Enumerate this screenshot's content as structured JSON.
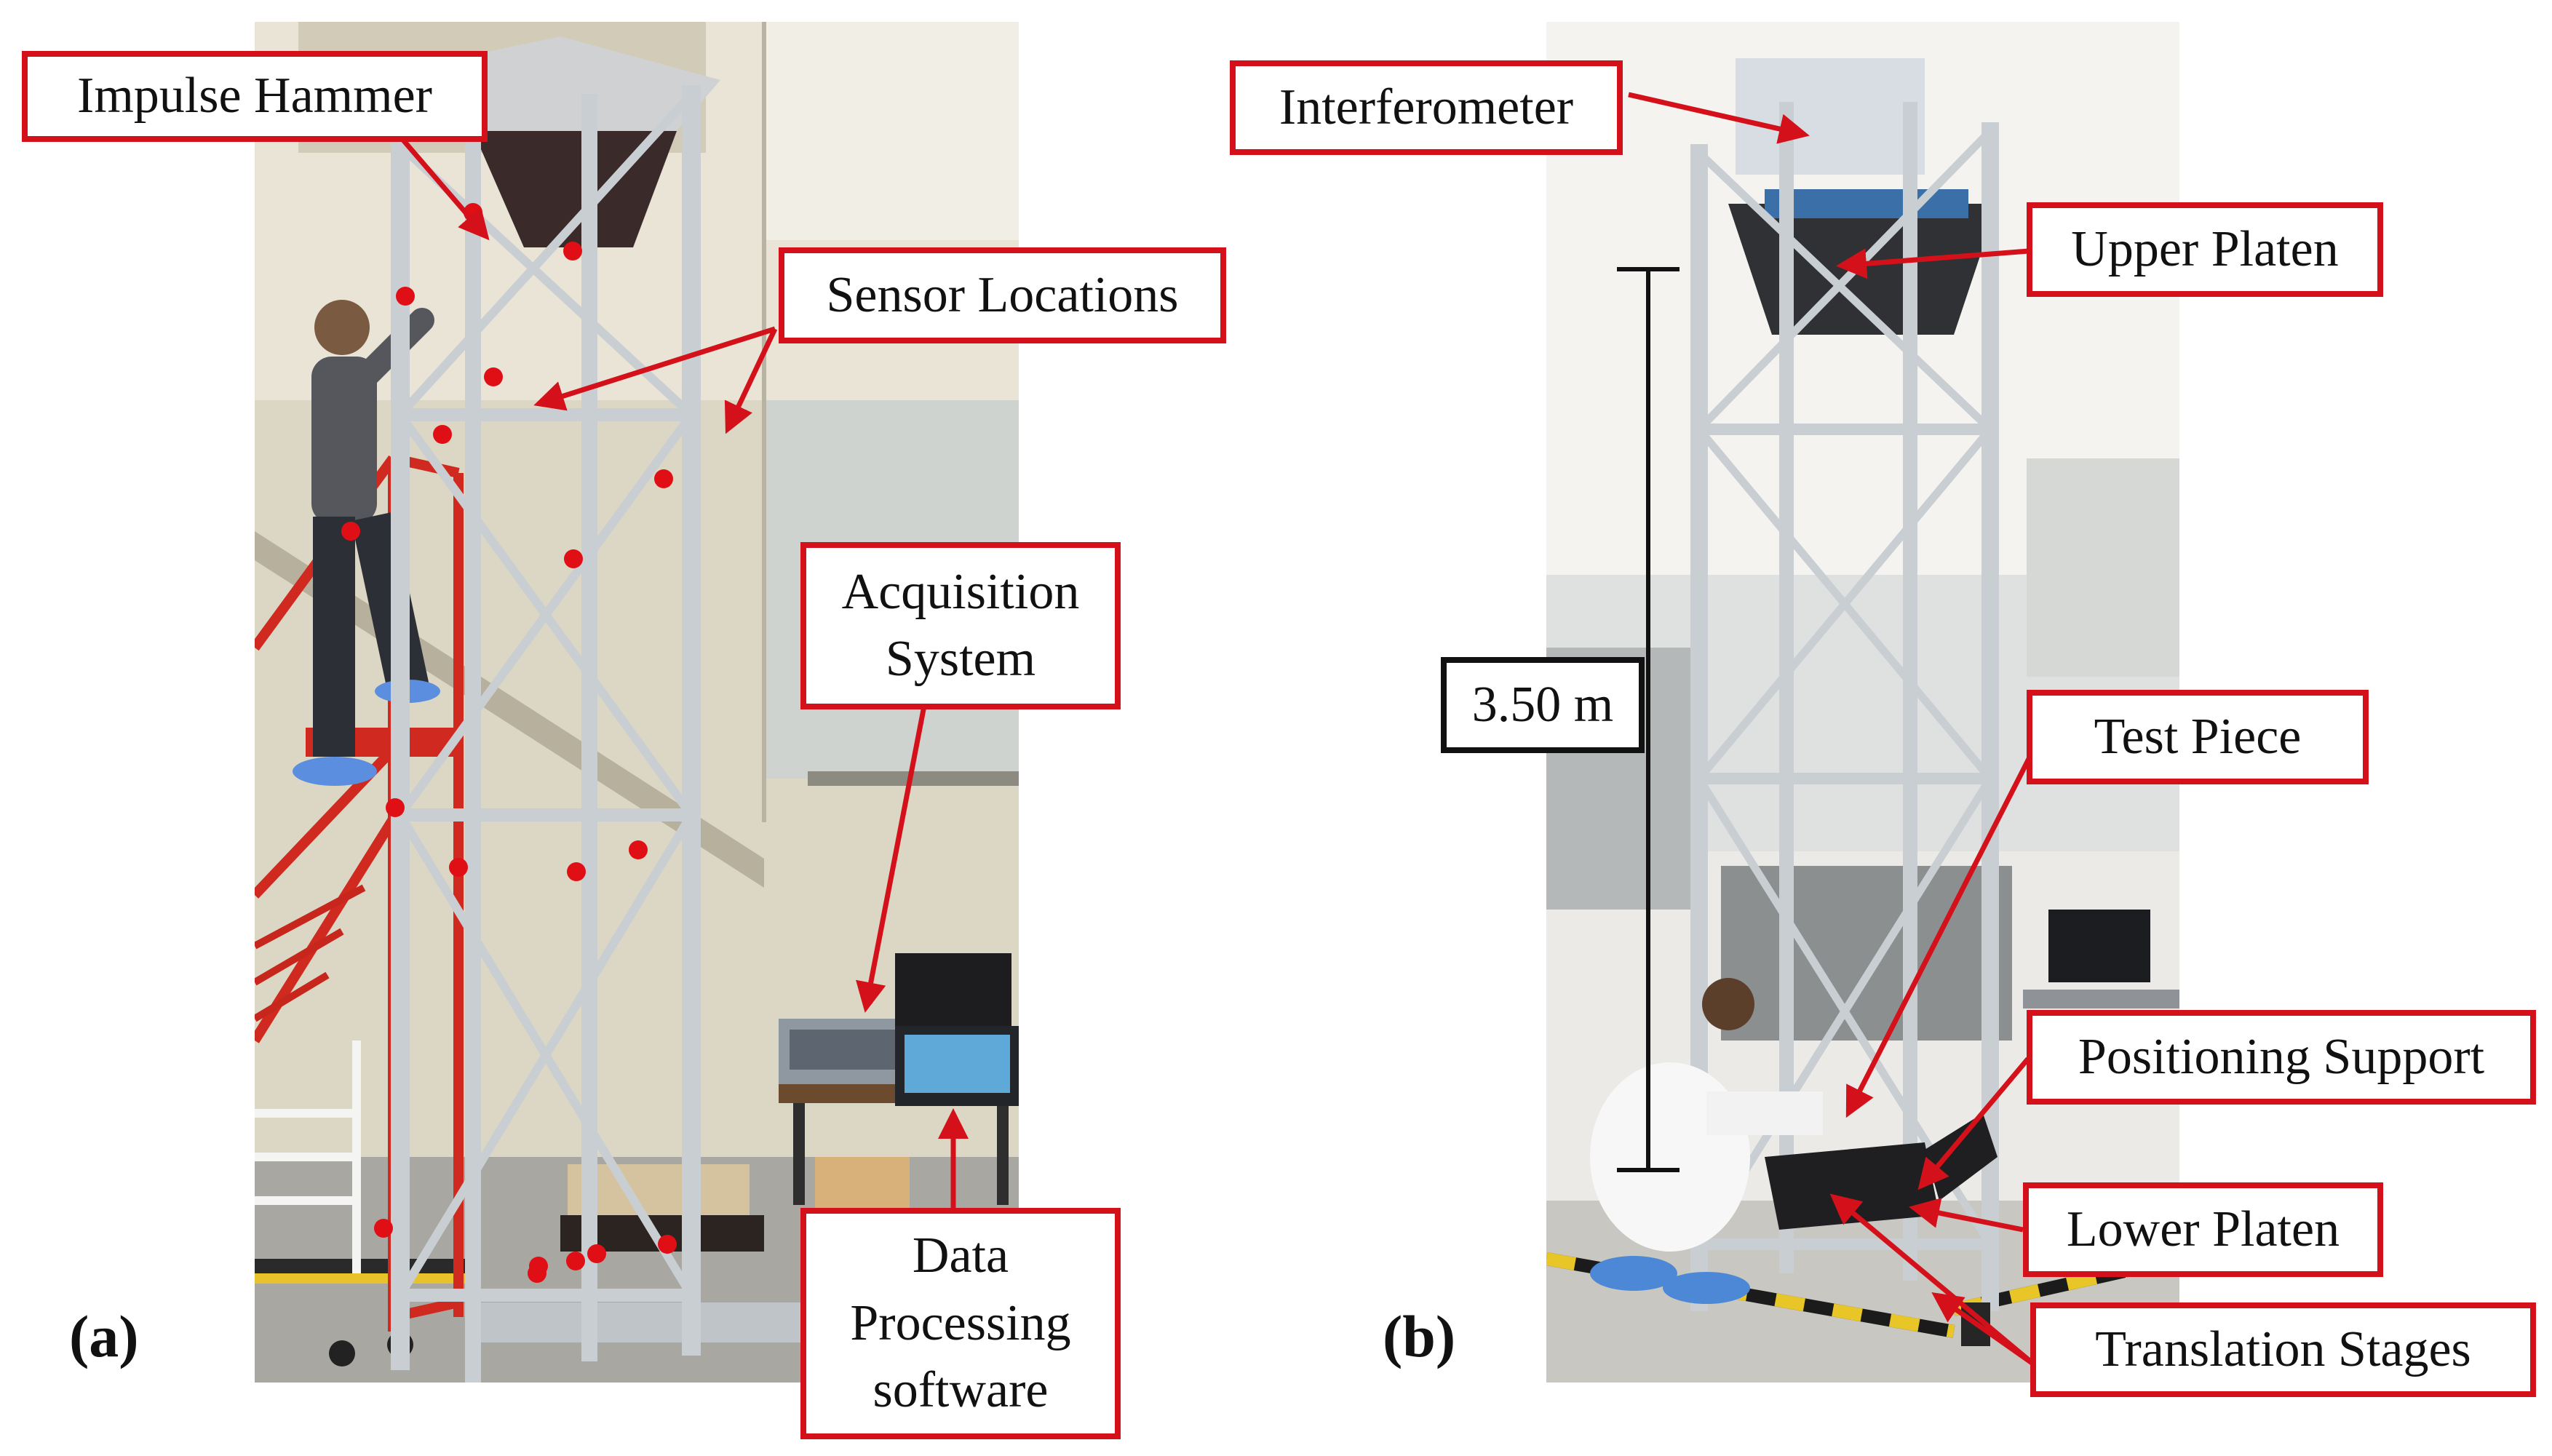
{
  "panel_a": {
    "tag": "(a)",
    "labels": {
      "impulse_hammer": "Impulse Hammer",
      "sensor_locations": "Sensor Locations",
      "acquisition_system": "Acquisition\nSystem",
      "data_processing": "Data\nProcessing\nsoftware"
    }
  },
  "panel_b": {
    "tag": "(b)",
    "labels": {
      "interferometer": "Interferometer",
      "upper_platen": "Upper Platen",
      "height": "3.50 m",
      "test_piece": "Test Piece",
      "positioning_support": "Positioning Support",
      "lower_platen": "Lower Platen",
      "translation_stages": "Translation Stages"
    }
  },
  "colors": {
    "callout_border": "#d4111a",
    "arrow": "#d4111a",
    "sensor_dot": "#e00f16",
    "frame_aluminium": "#c9ced3",
    "dimension_line": "#111111"
  }
}
